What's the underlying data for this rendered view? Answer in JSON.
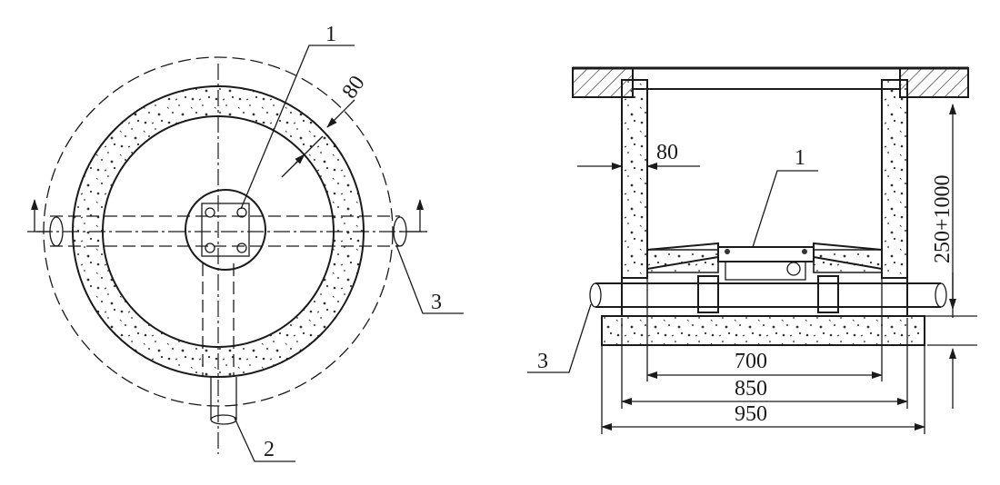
{
  "plan_view": {
    "labels": {
      "item1": "1",
      "item2": "2",
      "item3": "3"
    },
    "dims": {
      "wall_thickness": "80"
    }
  },
  "section_view": {
    "labels": {
      "item1": "1",
      "item3": "3"
    },
    "dims": {
      "wall_thickness": "80",
      "height": "250+1000",
      "inner_width": "700",
      "mid_width": "850",
      "outer_width": "950"
    }
  }
}
